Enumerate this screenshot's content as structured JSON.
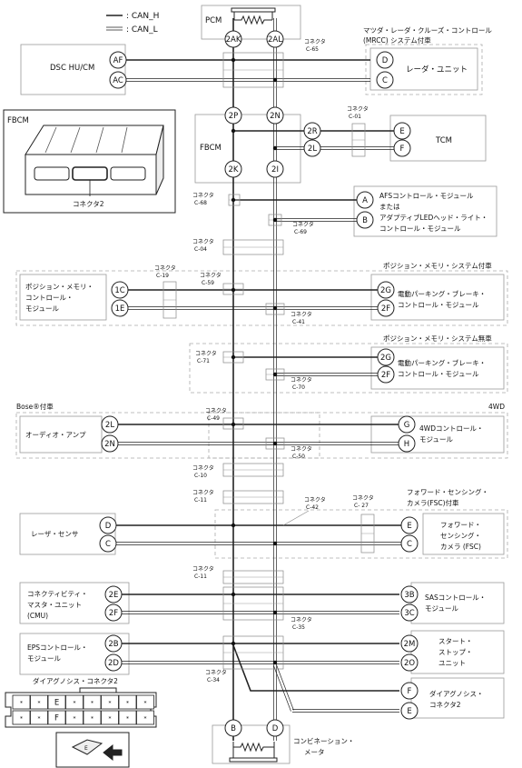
{
  "legend": {
    "can_h": ": CAN_H",
    "can_l": ": CAN_L"
  },
  "pcm": {
    "title": "PCM",
    "pin_h": "2AK",
    "pin_l": "2AL"
  },
  "connector_label": "コネクタ",
  "connectors": {
    "c65": "C-65",
    "c01": "C-01",
    "c68": "C-68",
    "c69": "C-69",
    "c04": "C-04",
    "c19": "C-19",
    "c59": "C-59",
    "c41": "C-41",
    "c71": "C-71",
    "c70": "C-70",
    "c49": "C-49",
    "c50": "C-50",
    "c10": "C-10",
    "c11a": "C-11",
    "c42": "C-42",
    "c27": "C- 27",
    "c11b": "C-11",
    "c35": "C-35",
    "c34": "C-34"
  },
  "mrcc_note_line1": "マツダ・レーダ・クルーズ・コントロール",
  "mrcc_note_line2": "(MRCC) システム付車",
  "dsc": {
    "title": "DSC HU/CM",
    "pin_h": "AF",
    "pin_l": "AC"
  },
  "radar": {
    "title": "レーダ・ユニット",
    "pin_h": "D",
    "pin_l": "C"
  },
  "fbcm_inset": {
    "tag": "FBCM",
    "caption": "コネクタ2"
  },
  "fbcm": {
    "title": "FBCM",
    "pin_top_h": "2P",
    "pin_top_l": "2N",
    "pin_bot_h": "2K",
    "pin_bot_l": "2I"
  },
  "fbcm_tcm_pins": {
    "h": "2R",
    "l": "2L"
  },
  "tcm": {
    "title": "TCM",
    "pin_h": "E",
    "pin_l": "F"
  },
  "afs": {
    "line1": "AFSコントロール・モジュール",
    "line2": "または",
    "line3": "アダプティブLEDヘッド・ライト・",
    "line4": "コントロール・モジュール",
    "pin_h": "A",
    "pin_l": "B"
  },
  "pos_mem_with": "ポジション・メモリ・システム付車",
  "pos_mem_without": "ポジション・メモリ・システム無車",
  "pos_mem_module": {
    "line1": "ポジション・メモリ・",
    "line2": "コントロール・",
    "line3": "モジュール",
    "pin_h": "1C",
    "pin_l": "1E"
  },
  "epb1": {
    "line1": "電動パーキング・ブレーキ・",
    "line2": "コントロール・モジュール",
    "pin_h": "2G",
    "pin_l": "2F"
  },
  "epb2": {
    "line1": "電動パーキング・ブレーキ・",
    "line2": "コントロール・モジュール",
    "pin_h": "2G",
    "pin_l": "2F"
  },
  "bose_note": "Bose®付車",
  "fourwd_note": "4WD",
  "audio_amp": {
    "title": "オーディオ・アンプ",
    "pin_h": "2L",
    "pin_l": "2N"
  },
  "fourwd_module": {
    "line1": "4WDコントロール・",
    "line2": "モジュール",
    "pin_h": "G",
    "pin_l": "H"
  },
  "fsc_note_line1": "フォワード・センシング・",
  "fsc_note_line2": "カメラ(FSC)付車",
  "laser": {
    "title": "レーザ・センサ",
    "pin_h": "D",
    "pin_l": "C"
  },
  "fsc": {
    "line1": "フォワード・",
    "line2": "センシング・",
    "line3": "カメラ (FSC)",
    "pin_h": "E",
    "pin_l": "C"
  },
  "cmu": {
    "line1": "コネクティビティ・",
    "line2": "マスタ・ユニット",
    "line3": "(CMU)",
    "pin_h": "2E",
    "pin_l": "2F"
  },
  "sas": {
    "line1": "SASコントロール・",
    "line2": "モジュール",
    "pin_h": "3B",
    "pin_l": "3C"
  },
  "eps": {
    "line1": "EPSコントロール・",
    "line2": "モジュール",
    "pin_h": "2B",
    "pin_l": "2D"
  },
  "start_stop": {
    "line1": "スタート・",
    "line2": "ストップ・",
    "line3": "ユニット",
    "pin_h": "2M",
    "pin_l": "2O"
  },
  "diag": {
    "line1": "ダイアグノシス・",
    "line2": "コネクタ2",
    "pin_h": "F",
    "pin_l": "E"
  },
  "dlc_title": "ダイアグノシス・コネクタ2",
  "dlc_cells_row1": [
    "*",
    "*",
    "E",
    "*",
    "*",
    "*",
    "*",
    "*"
  ],
  "dlc_cells_row2": [
    "*",
    "*",
    "F",
    "*",
    "*",
    "*",
    "*",
    "*"
  ],
  "dlc_plug_label": "E",
  "combi": {
    "line1": "コンビネーション・",
    "line2": "メータ",
    "pin_h": "B",
    "pin_l": "D"
  }
}
